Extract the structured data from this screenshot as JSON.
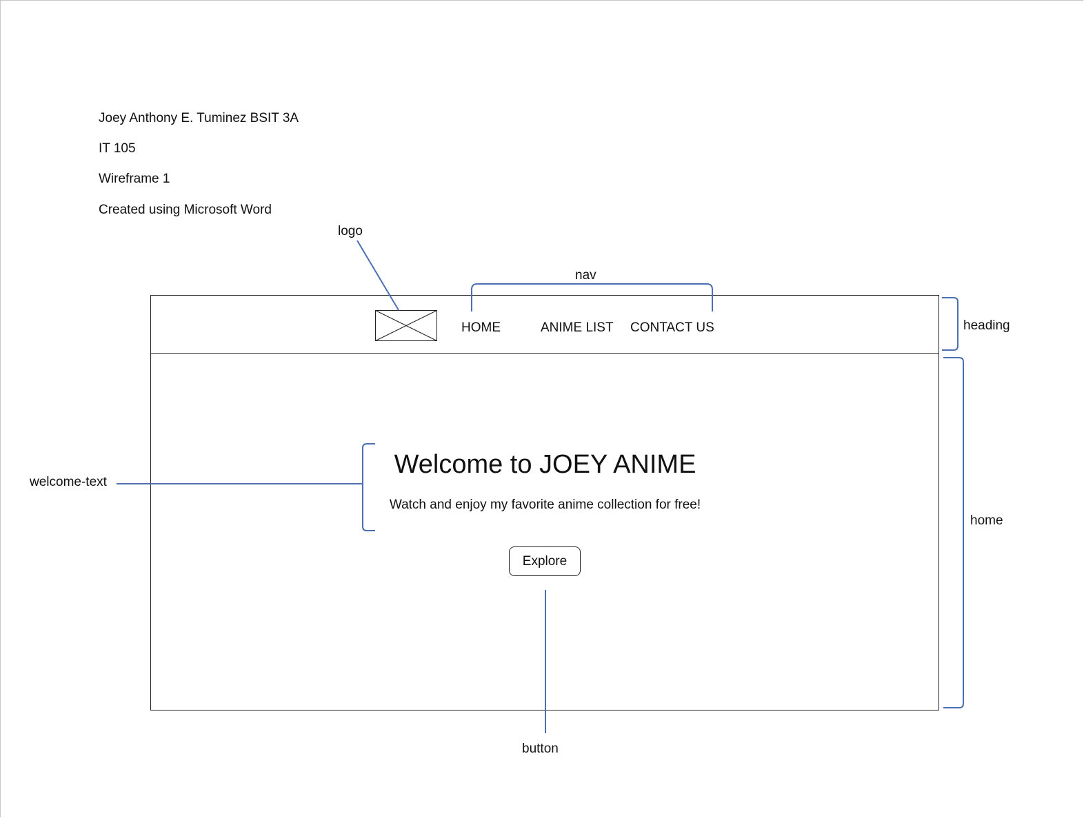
{
  "doc_header": {
    "line1": "Joey Anthony E.  Tuminez BSIT 3A",
    "line2": "IT 105",
    "line3": "Wireframe 1",
    "line4": "Created using Microsoft Word"
  },
  "wireframe": {
    "nav": [
      "HOME",
      "ANIME LIST",
      "CONTACT US"
    ],
    "welcome_title": "Welcome to JOEY ANIME",
    "welcome_subtitle": "Watch and enjoy my favorite anime collection for free!",
    "button_label": "Explore"
  },
  "annotations": {
    "logo": "logo",
    "nav": "nav",
    "heading": "heading",
    "home": "home",
    "welcome_text": "welcome-text",
    "button": "button"
  },
  "colors": {
    "annotation_line": "#4a6fb3",
    "wire_border": "#222222"
  }
}
